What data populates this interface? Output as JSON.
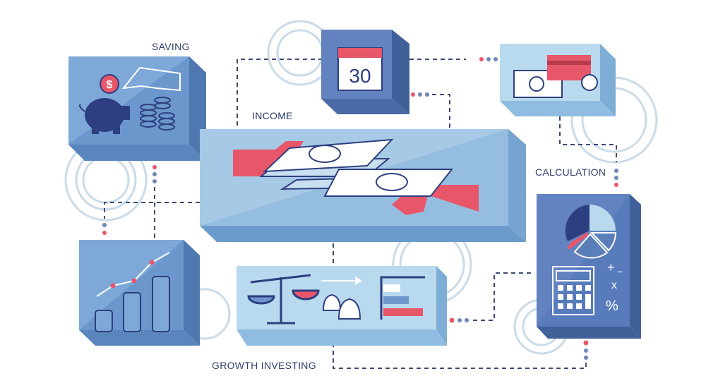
{
  "labels": {
    "saving": "SAVING",
    "income": "INCOME",
    "calculation": "CALCULATION",
    "growth_investing": "GROWTH INVESTING"
  },
  "calendar": {
    "day": "30"
  },
  "dollar_sign": "$",
  "calculator_symbols": {
    "plus": "+",
    "minus": "−",
    "times": "x",
    "percent": "%"
  },
  "colors": {
    "navy": "#2d3f80",
    "block_mid": "#6f96cc",
    "block_light": "#a9cbe6",
    "block_dark": "#5a7fb8",
    "accent_red": "#e8566a",
    "ring": "#c9dbe8"
  },
  "icons": [
    "piggy-bank-icon",
    "coin-stack-icon",
    "hand-icon",
    "calendar-icon",
    "banknote-icon",
    "credit-card-icon",
    "scales-icon",
    "money-bag-icon",
    "bar-chart-icon",
    "pie-chart-icon",
    "calculator-icon",
    "growth-chart-icon"
  ]
}
